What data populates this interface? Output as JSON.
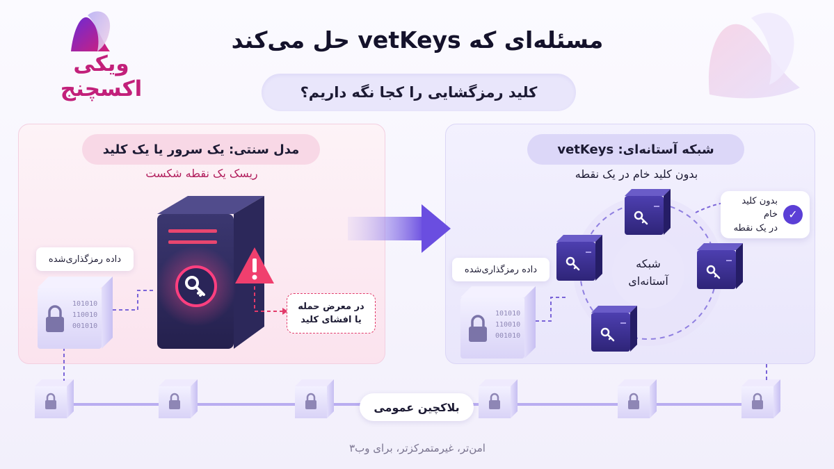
{
  "header": {
    "title": "مسئله‌ای که vetKeys حل می‌کند",
    "subtitle": "کلید رمزگشایی را کجا نگه داریم؟",
    "logo_text": "ویکی اکسچنج"
  },
  "left_panel": {
    "title": "مدل سنتی: یک سرور یا یک کلید",
    "subtitle": "ریسک یک نقطه شکست",
    "encrypted_label": "داده رمزگذاری‌شده",
    "attack_line1": "در معرض حمله",
    "attack_line2": "یا افشای کلید",
    "bits": [
      "101010",
      "110010",
      "001010"
    ]
  },
  "right_panel": {
    "title": "شبکه آستانه‌ای: vetKeys",
    "subtitle": "بدون کلید خام در یک نقطه",
    "encrypted_label": "داده رمزگذاری‌شده",
    "network_line1": "شبکه",
    "network_line2": "آستانه‌ای",
    "bubble_line1": "بدون کلید خام",
    "bubble_line2": "در یک نقطه",
    "bits": [
      "101010",
      "110010",
      "001010"
    ]
  },
  "bottom": {
    "blockchain_label": "بلاکچین عمومی",
    "footer": "امن‌تر، غیرمتمرکزتر، برای وب۳"
  },
  "colors": {
    "accent_purple": "#5b3fd6",
    "danger_pink": "#e23a6a",
    "brand_magenta": "#c2207a"
  },
  "icons": [
    "lock-icon",
    "key-icon",
    "warning-icon",
    "check-icon",
    "arrow-right-icon"
  ]
}
